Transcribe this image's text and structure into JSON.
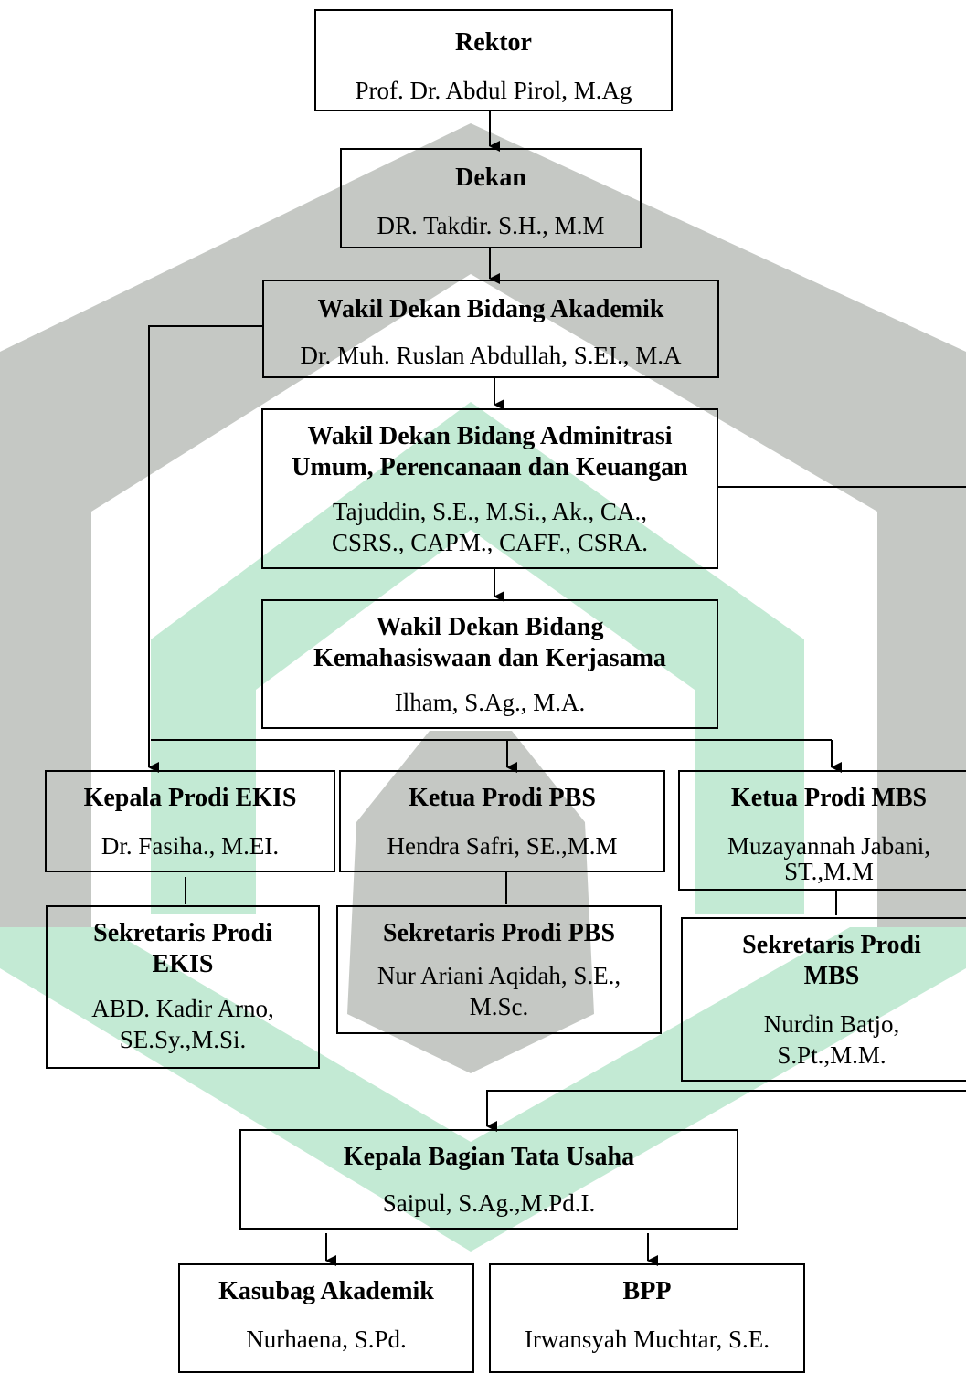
{
  "colors": {
    "watermark_gray": "#c5c8c4",
    "watermark_green": "#b9e6cc",
    "line": "#000000"
  },
  "boxes": {
    "rektor": {
      "title": "Rektor",
      "name": "Prof. Dr. Abdul Pirol, M.Ag"
    },
    "dekan": {
      "title": "Dekan",
      "name": "DR. Takdir. S.H., M.M"
    },
    "wd1": {
      "title": "Wakil Dekan Bidang Akademik",
      "name": "Dr. Muh. Ruslan Abdullah, S.EI., M.A"
    },
    "wd2": {
      "title_1": "Wakil Dekan Bidang Adminitrasi",
      "title_2": "Umum, Perencanaan dan Keuangan",
      "name_1": "Tajuddin, S.E., M.Si., Ak., CA.,",
      "name_2": "CSRS., CAPM., CAFF., CSRA."
    },
    "wd3": {
      "title_1": "Wakil Dekan Bidang",
      "title_2": "Kemahasiswaan dan Kerjasama",
      "name": "Ilham, S.Ag., M.A."
    },
    "ekis": {
      "title": "Kepala Prodi EKIS",
      "name": "Dr. Fasiha., M.EI."
    },
    "pbs": {
      "title": "Ketua Prodi PBS",
      "name": "Hendra Safri, SE.,M.M"
    },
    "mbs": {
      "title": "Ketua Prodi MBS",
      "name_1": "Muzayannah Jabani,",
      "name_2": "ST.,M.M"
    },
    "sek_ekis": {
      "title_1": "Sekretaris Prodi",
      "title_2": "EKIS",
      "name_1": "ABD. Kadir Arno,",
      "name_2": "SE.Sy.,M.Si."
    },
    "sek_pbs": {
      "title": "Sekretaris Prodi PBS",
      "name_1": "Nur Ariani Aqidah, S.E.,",
      "name_2": "M.Sc."
    },
    "sek_mbs": {
      "title_1": "Sekretaris Prodi",
      "title_2": "MBS",
      "name_1": "Nurdin Batjo,",
      "name_2": "S.Pt.,M.M."
    },
    "kabag": {
      "title": "Kepala Bagian Tata Usaha",
      "name": "Saipul, S.Ag.,M.Pd.I."
    },
    "akademik": {
      "title": "Kasubag Akademik",
      "name": "Nurhaena, S.Pd."
    },
    "bpp": {
      "title": "BPP",
      "name": "Irwansyah Muchtar, S.E."
    }
  }
}
